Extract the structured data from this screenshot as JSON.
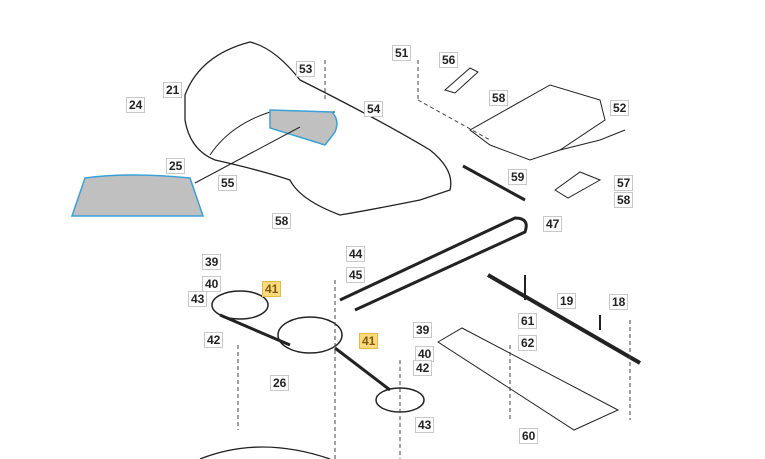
{
  "diagram": {
    "title": "Mower deck parts exploded view",
    "accent_color": "#fcd97a",
    "glass_color": "#c0c0c0",
    "glass_outline": "#3aa0d8",
    "labels": [
      {
        "id": "l21",
        "text": "21"
      },
      {
        "id": "l24",
        "text": "24"
      },
      {
        "id": "l25",
        "text": "25"
      },
      {
        "id": "l53",
        "text": "53"
      },
      {
        "id": "l54",
        "text": "54"
      },
      {
        "id": "l55",
        "text": "55"
      },
      {
        "id": "l58a",
        "text": "58"
      },
      {
        "id": "l51",
        "text": "51"
      },
      {
        "id": "l56",
        "text": "56"
      },
      {
        "id": "l58b",
        "text": "58"
      },
      {
        "id": "l52",
        "text": "52"
      },
      {
        "id": "l59",
        "text": "59"
      },
      {
        "id": "l57",
        "text": "57"
      },
      {
        "id": "l58c",
        "text": "58"
      },
      {
        "id": "l47",
        "text": "47"
      },
      {
        "id": "l39a",
        "text": "39"
      },
      {
        "id": "l44",
        "text": "44"
      },
      {
        "id": "l45",
        "text": "45"
      },
      {
        "id": "l40a",
        "text": "40"
      },
      {
        "id": "l41a",
        "text": "41",
        "highlight": true
      },
      {
        "id": "l43a",
        "text": "43"
      },
      {
        "id": "l42a",
        "text": "42"
      },
      {
        "id": "l26",
        "text": "26"
      },
      {
        "id": "l41b",
        "text": "41",
        "highlight": true
      },
      {
        "id": "l39b",
        "text": "39"
      },
      {
        "id": "l40b",
        "text": "40"
      },
      {
        "id": "l42b",
        "text": "42"
      },
      {
        "id": "l43b",
        "text": "43"
      },
      {
        "id": "l19",
        "text": "19"
      },
      {
        "id": "l18",
        "text": "18"
      },
      {
        "id": "l61",
        "text": "61"
      },
      {
        "id": "l62",
        "text": "62"
      },
      {
        "id": "l60",
        "text": "60"
      }
    ]
  }
}
